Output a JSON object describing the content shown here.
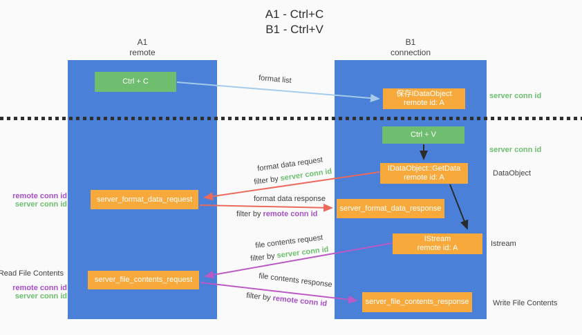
{
  "title": {
    "line1": "A1 - Ctrl+C",
    "line2": "B1 - Ctrl+V"
  },
  "lanes": {
    "left": {
      "name": "A1",
      "sub": "remote"
    },
    "right": {
      "name": "B1",
      "sub": "connection"
    }
  },
  "boxes": {
    "ctrl_c": {
      "label": "Ctrl + C"
    },
    "save_dataobject": {
      "line1": "保存IDataObject",
      "line2": "remote id: A"
    },
    "ctrl_v": {
      "label": "Ctrl + V"
    },
    "getdata": {
      "line1": "IDataObject::GetData",
      "line2": "remote id: A"
    },
    "format_request": {
      "label": "server_format_data_request"
    },
    "format_response": {
      "label": "server_format_data_response"
    },
    "istream": {
      "line1": "IStream",
      "line2": "remote id: A"
    },
    "file_request": {
      "label": "server_file_contents_request"
    },
    "file_response": {
      "label": "server_file_contents_response"
    }
  },
  "flow_labels": {
    "format_list": "format list",
    "format_data_request": "format data request",
    "format_data_request_filter": {
      "prefix": "filter by ",
      "key": "server conn id"
    },
    "format_data_response": "format data response",
    "format_data_response_filter": {
      "prefix": "filter by ",
      "key": "remote conn id"
    },
    "file_contents_request": "file contents request",
    "file_contents_request_filter": {
      "prefix": "filter by ",
      "key": "server conn id"
    },
    "file_contents_response": "file contents response",
    "file_contents_response_filter": {
      "prefix": "filter by ",
      "key": "remote conn id"
    }
  },
  "side_labels": {
    "right_server_conn_id_1": "server conn id",
    "right_server_conn_id_2": "server conn id",
    "right_dataobject": "DataObject",
    "right_istream": "Istream",
    "right_write_file": "Write File Contents",
    "left_remote_conn_id_1": "remote conn id",
    "left_server_conn_id_1": "server conn id",
    "left_read_file": "Read File Contents",
    "left_remote_conn_id_2": "remote conn id",
    "left_server_conn_id_2": "server conn id"
  },
  "colors": {
    "lane_blue": "#4a80d8",
    "box_green": "#6fbe70",
    "box_orange": "#f8a93c",
    "arrow_light_blue": "#a5cbe9",
    "arrow_red": "#ec6a5d",
    "arrow_magenta": "#bb5ac5",
    "arrow_black": "#2b2b2b",
    "text_green": "#6cbf6e",
    "text_purple": "#a64fc6",
    "background": "#fafafa"
  }
}
